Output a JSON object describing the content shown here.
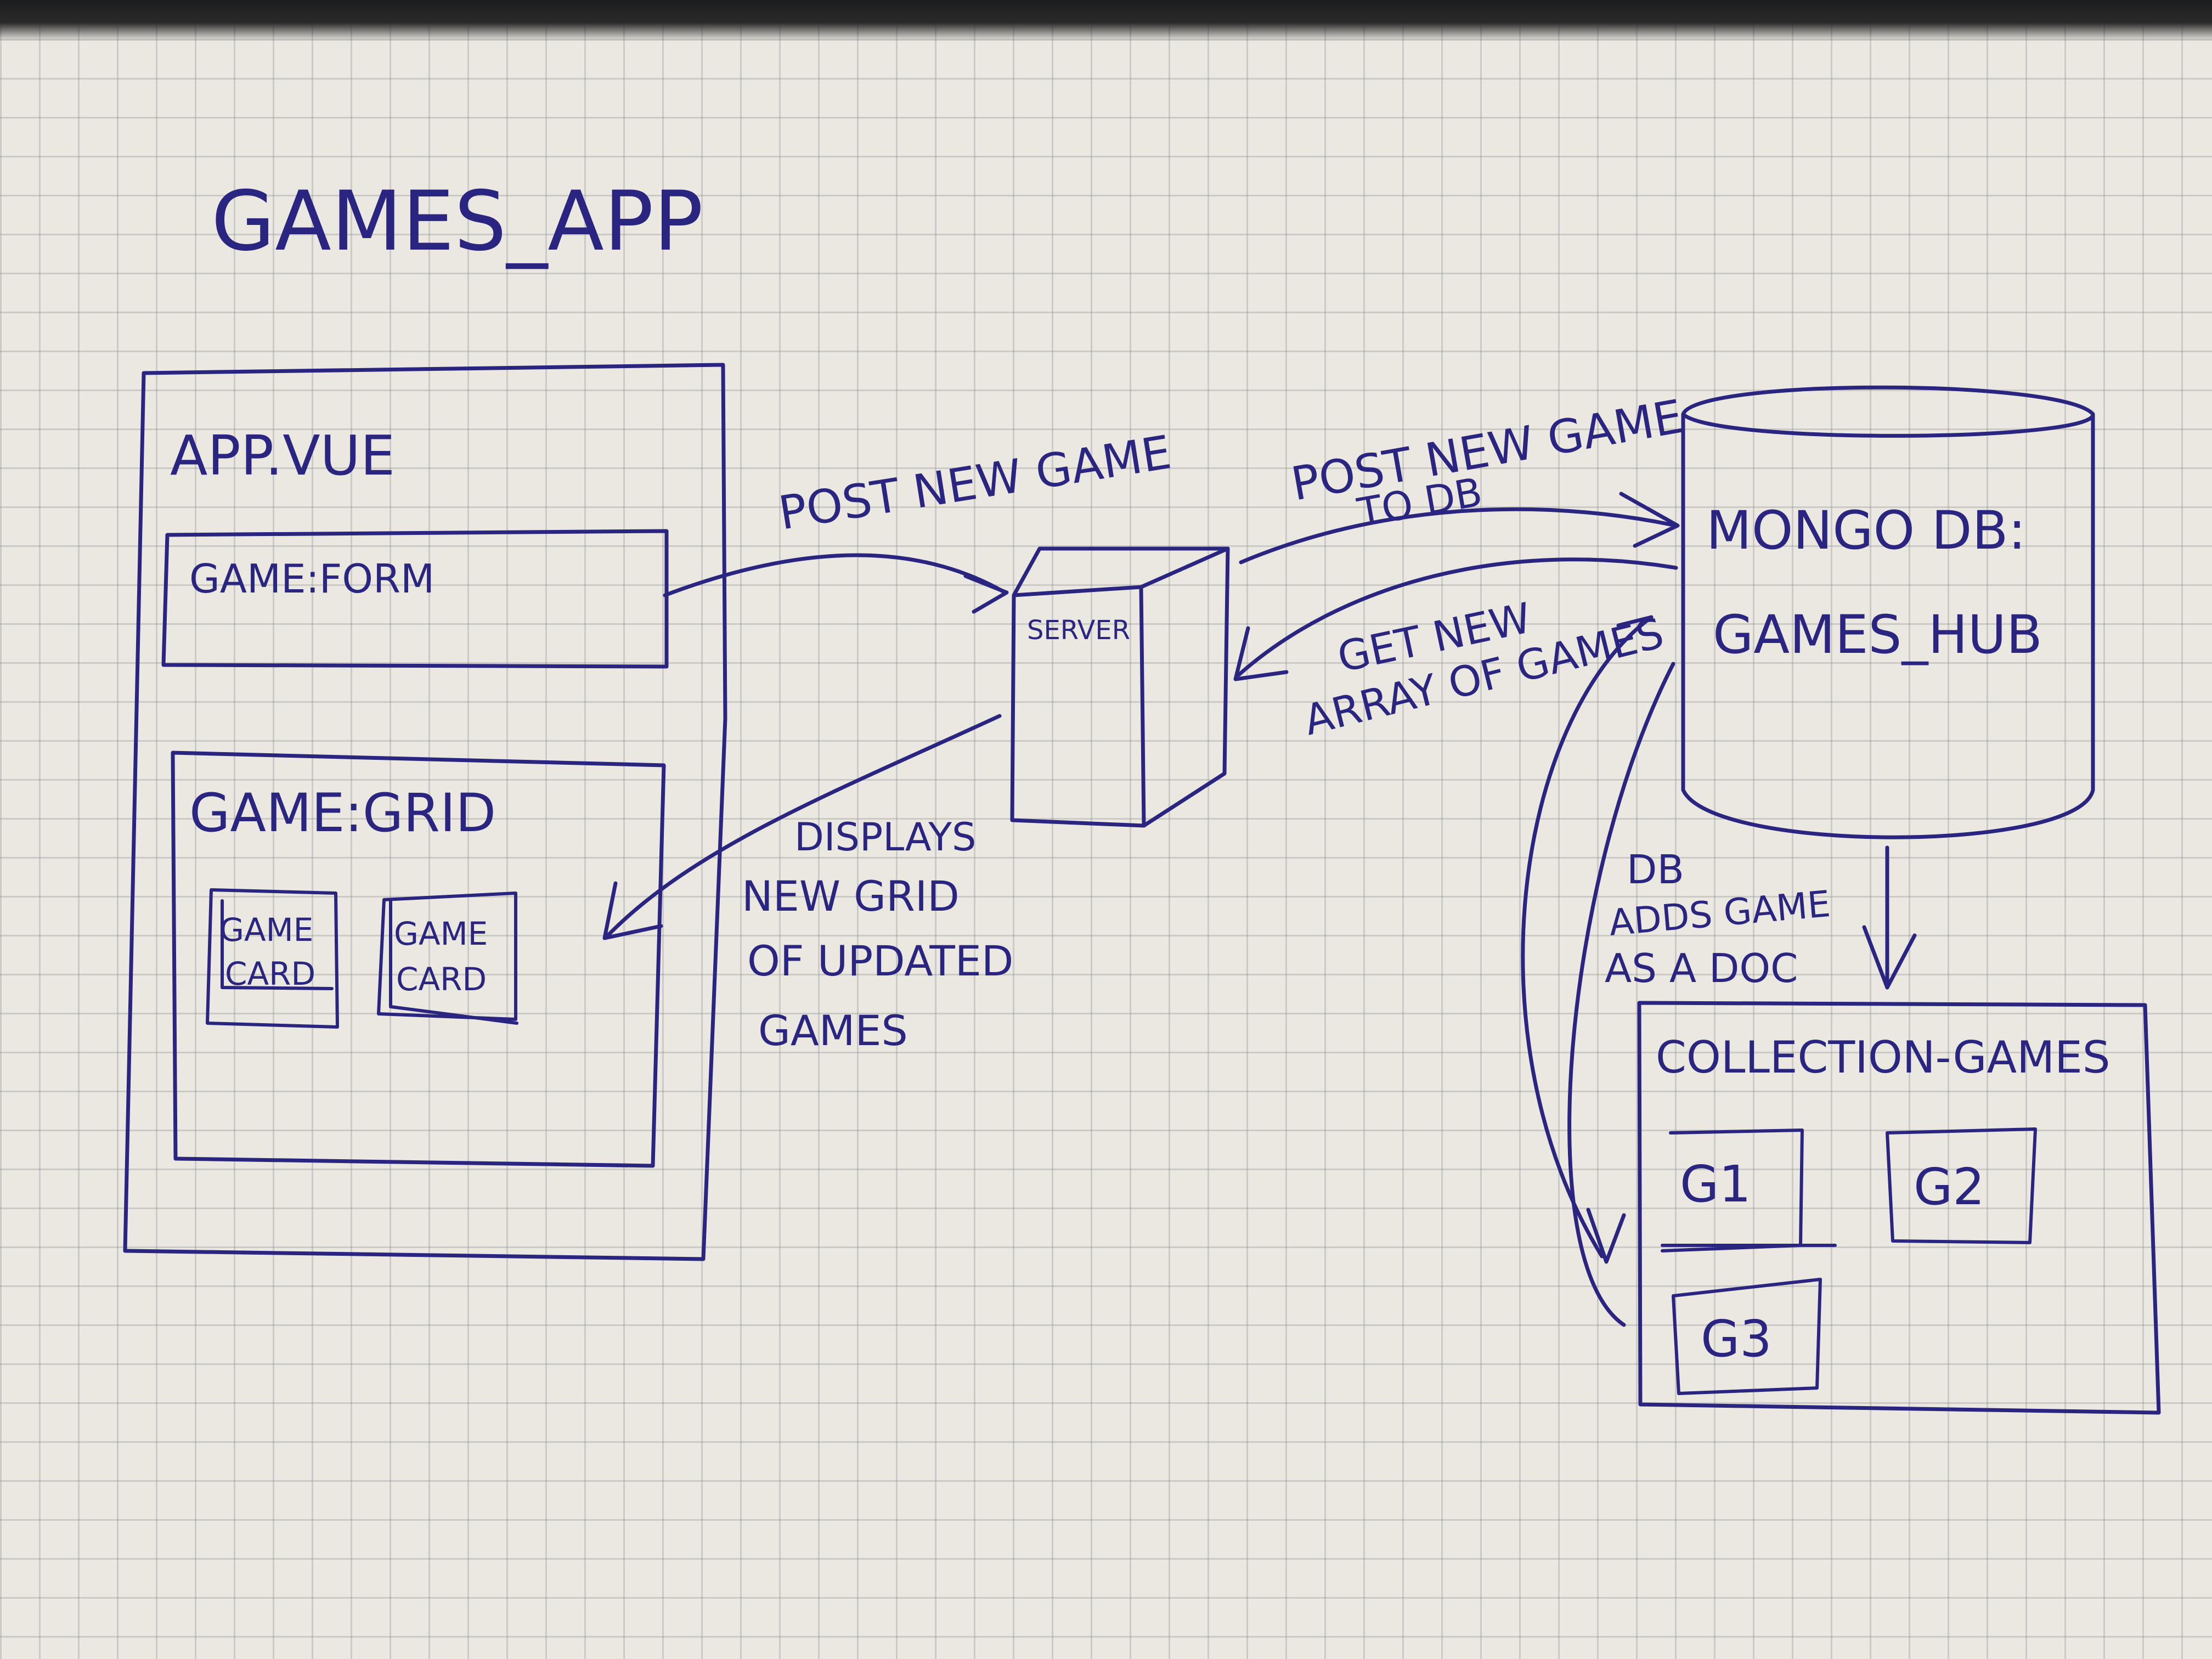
{
  "title": "GAMES_APP",
  "app": {
    "label": "APP.VUE",
    "form_label": "GAME:FORM",
    "grid_label": "GAME:GRID",
    "cards": [
      "GAME\nCARD",
      "GAME\nCARD"
    ]
  },
  "server": {
    "label": "SERVER"
  },
  "database": {
    "line1": "MONGO DB:",
    "line2": "GAMES_HUB"
  },
  "collection": {
    "label": "COLLECTION-GAMES",
    "docs": [
      "G1",
      "G2",
      "G3"
    ]
  },
  "arrows": {
    "post_new_game": "POST NEW GAME",
    "post_to_db_1": "POST NEW GAME",
    "post_to_db_2": "TO DB",
    "get_array_1": "GET NEW",
    "get_array_2": "ARRAY OF GAMES",
    "displays_1": "DISPLAYS",
    "displays_2": "NEW GRID",
    "displays_3": "OF UPDATED",
    "displays_4": "GAMES",
    "db_adds_1": "DB",
    "db_adds_2": "ADDS GAME",
    "db_adds_3": "AS A DOC"
  },
  "colors": {
    "ink": "#2a2580",
    "paper": "#ebe8e1",
    "grid": "#9a9ea4"
  }
}
